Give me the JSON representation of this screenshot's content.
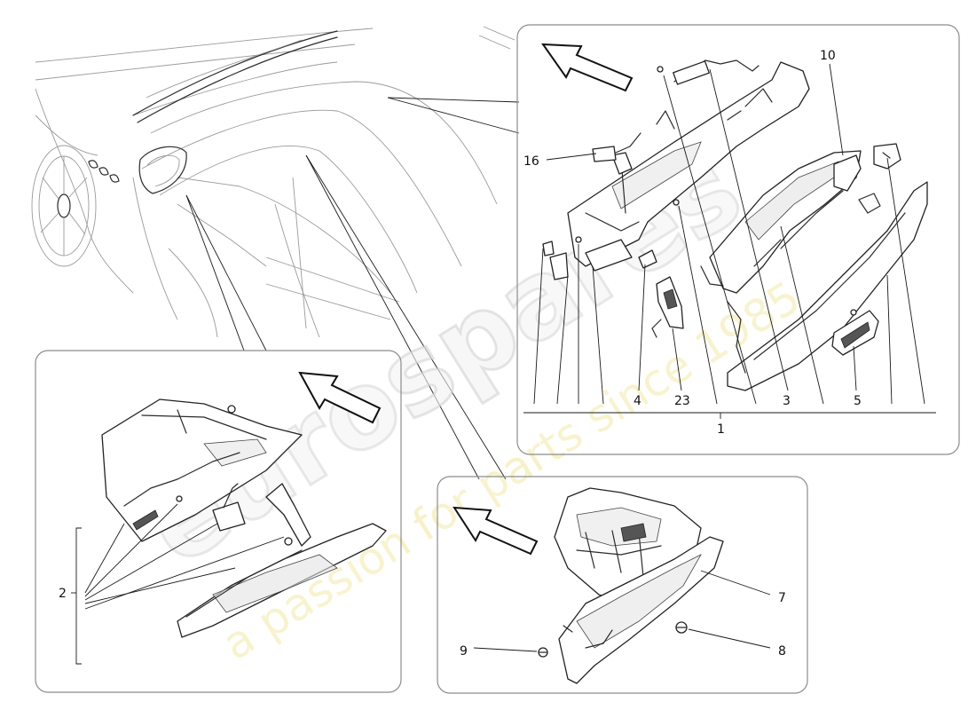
{
  "watermark": {
    "brand": "eurospares",
    "tagline": "a passion for parts since 1985"
  },
  "callouts": {
    "c1": "1",
    "c2": "2",
    "c3": "3",
    "c4": "4",
    "c5": "5",
    "c7": "7",
    "c8": "8",
    "c9": "9",
    "c10": "10",
    "c16": "16",
    "c23": "23"
  }
}
